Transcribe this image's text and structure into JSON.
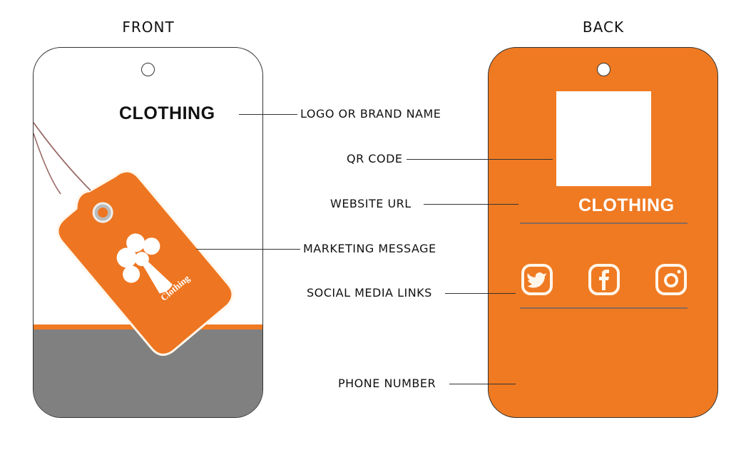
{
  "headers": {
    "front": "FRONT",
    "back": "BACK"
  },
  "front_card": {
    "brand": "CLOTHING",
    "tag_text": "Clothing"
  },
  "back_card": {
    "brand": "CLOTHING",
    "social_icons": [
      "twitter-icon",
      "facebook-icon",
      "instagram-icon"
    ]
  },
  "labels": {
    "logo": "LOGO OR BRAND NAME",
    "qr": "QR CODE",
    "website": "WEBSITE URL",
    "marketing": "MARKETING MESSAGE",
    "social": "SOCIAL MEDIA LINKS",
    "phone": "PHONE NUMBER"
  },
  "colors": {
    "orange": "#ef7a22",
    "gray": "#808080",
    "cream": "#fdf3e6"
  }
}
